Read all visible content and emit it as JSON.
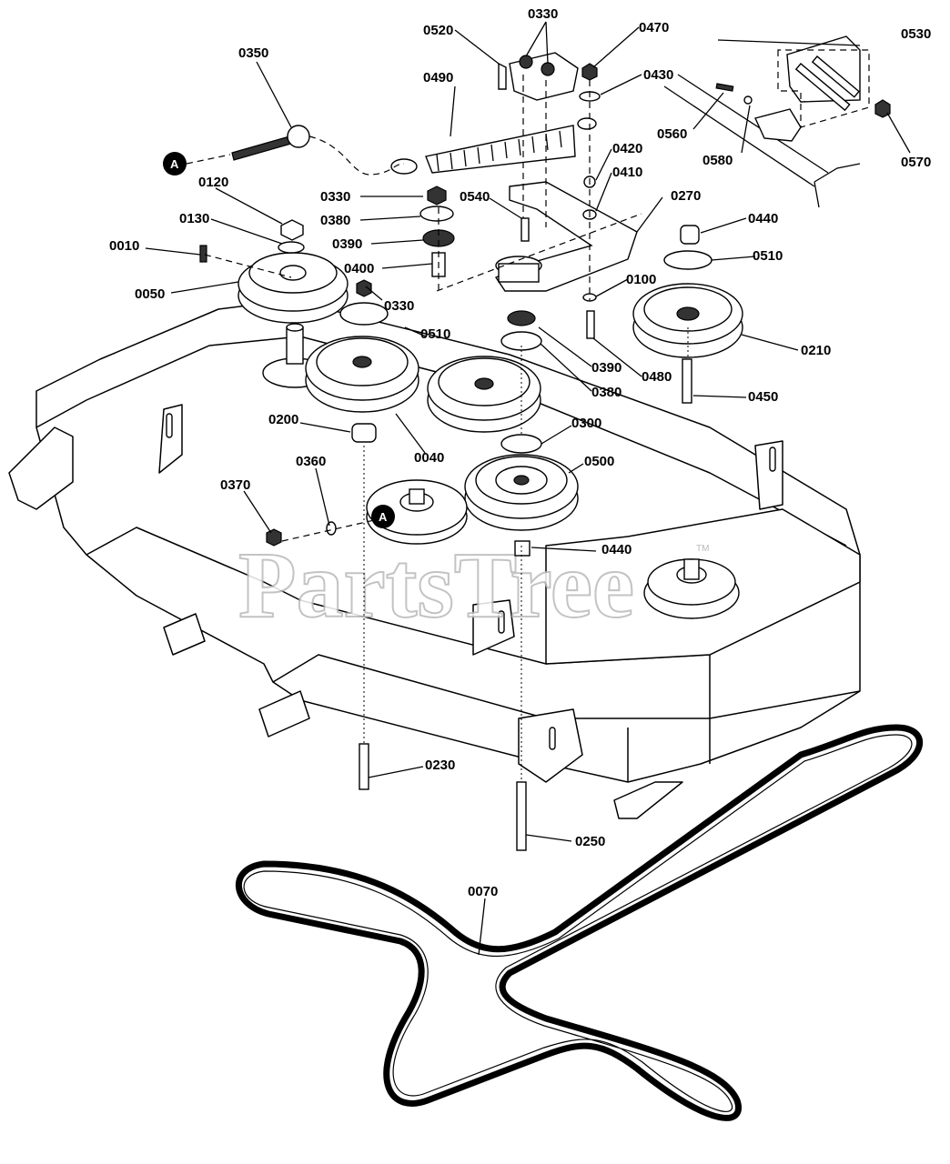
{
  "watermark": {
    "text": "PartsTree",
    "trademark": "TM"
  },
  "reference_marker": "A",
  "callouts": [
    {
      "id": "c-0010",
      "label": "0010"
    },
    {
      "id": "c-0040",
      "label": "0040"
    },
    {
      "id": "c-0050",
      "label": "0050"
    },
    {
      "id": "c-0070",
      "label": "0070"
    },
    {
      "id": "c-0100",
      "label": "0100"
    },
    {
      "id": "c-0120",
      "label": "0120"
    },
    {
      "id": "c-0130",
      "label": "0130"
    },
    {
      "id": "c-0200",
      "label": "0200"
    },
    {
      "id": "c-0210",
      "label": "0210"
    },
    {
      "id": "c-0230",
      "label": "0230"
    },
    {
      "id": "c-0250",
      "label": "0250"
    },
    {
      "id": "c-0270",
      "label": "0270"
    },
    {
      "id": "c-0300",
      "label": "0300"
    },
    {
      "id": "c-0330-a",
      "label": "0330"
    },
    {
      "id": "c-0330-b",
      "label": "0330"
    },
    {
      "id": "c-0330-c",
      "label": "0330"
    },
    {
      "id": "c-0350",
      "label": "0350"
    },
    {
      "id": "c-0360",
      "label": "0360"
    },
    {
      "id": "c-0370",
      "label": "0370"
    },
    {
      "id": "c-0380-a",
      "label": "0380"
    },
    {
      "id": "c-0380-b",
      "label": "0380"
    },
    {
      "id": "c-0390-a",
      "label": "0390"
    },
    {
      "id": "c-0390-b",
      "label": "0390"
    },
    {
      "id": "c-0400",
      "label": "0400"
    },
    {
      "id": "c-0410",
      "label": "0410"
    },
    {
      "id": "c-0420",
      "label": "0420"
    },
    {
      "id": "c-0430",
      "label": "0430"
    },
    {
      "id": "c-0440-a",
      "label": "0440"
    },
    {
      "id": "c-0440-b",
      "label": "0440"
    },
    {
      "id": "c-0450",
      "label": "0450"
    },
    {
      "id": "c-0470",
      "label": "0470"
    },
    {
      "id": "c-0480",
      "label": "0480"
    },
    {
      "id": "c-0490",
      "label": "0490"
    },
    {
      "id": "c-0500",
      "label": "0500"
    },
    {
      "id": "c-0510-a",
      "label": "0510"
    },
    {
      "id": "c-0510-b",
      "label": "0510"
    },
    {
      "id": "c-0520",
      "label": "0520"
    },
    {
      "id": "c-0530",
      "label": "0530"
    },
    {
      "id": "c-0540",
      "label": "0540"
    },
    {
      "id": "c-0560",
      "label": "0560"
    },
    {
      "id": "c-0570",
      "label": "0570"
    },
    {
      "id": "c-0580",
      "label": "0580"
    }
  ]
}
